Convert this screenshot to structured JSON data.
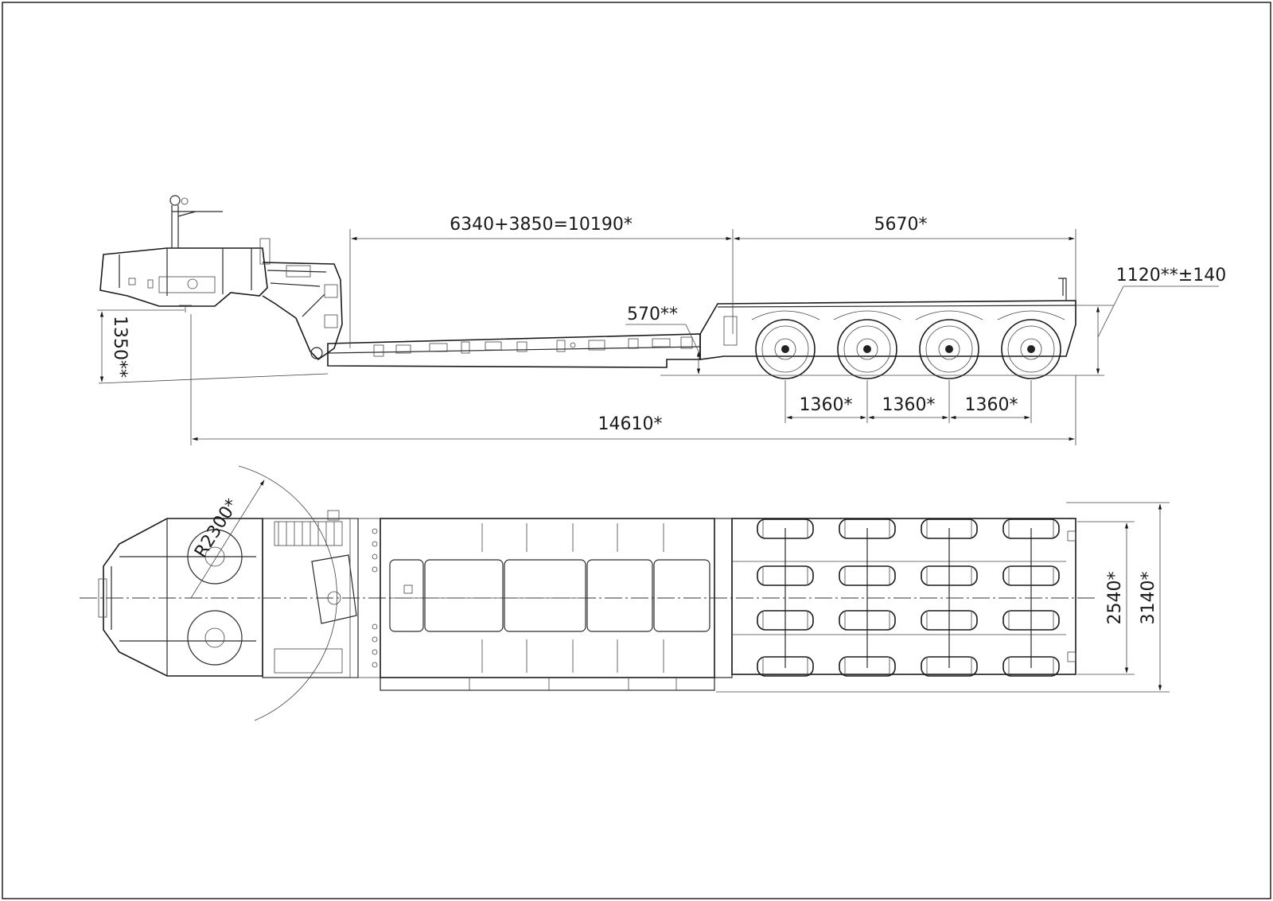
{
  "drawing": {
    "side_view": {
      "dims": {
        "deck_length": "6340+3850=10190*",
        "rear_length": "5670*",
        "rear_height": "1120**±140",
        "deck_height": "570**",
        "front_height": "1350**",
        "axle_spacing_1": "1360*",
        "axle_spacing_2": "1360*",
        "axle_spacing_3": "1360*",
        "overall_length": "14610*"
      }
    },
    "top_view": {
      "dims": {
        "turn_radius": "R2300*",
        "inner_width": "2540*",
        "overall_width": "3140*"
      }
    }
  }
}
